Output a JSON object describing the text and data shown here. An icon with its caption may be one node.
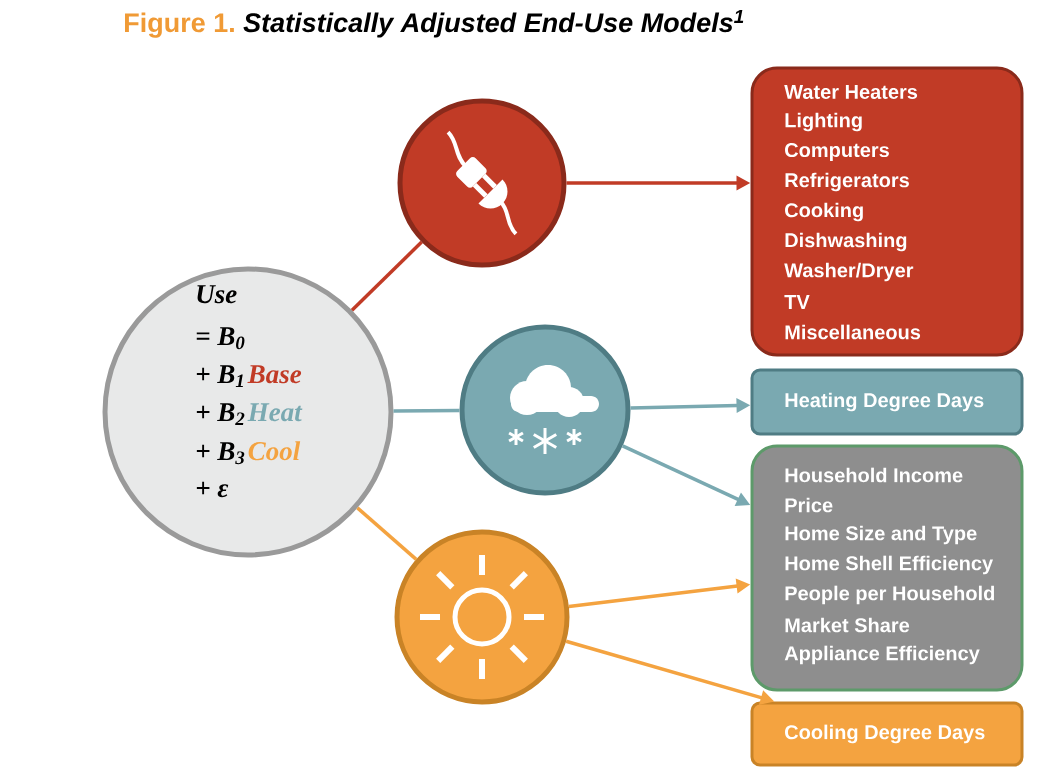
{
  "diagram": {
    "title": "Statistically Adjusted End-Use Models$^{1}$",
    "nodes": [
      {
        "text": [
          "Use",
          "= B$_{0}$",
          "+ B$_{1}$",
          "Base",
          "+ B$_{2}$",
          "Heat",
          "+ B$_{3}$",
          "Cool",
          "+ ε"
        ]
      },
      {
        "text": [],
        "shape": "circle"
      },
      {
        "text": [],
        "shape": "circle"
      },
      {
        "text": [],
        "shape": "circle"
      },
      {
        "text": [
          "Water Heaters",
          "Lighting",
          "Computers",
          "Refrigerators",
          "Cooking",
          "Dishwashing",
          "Washer/Dryer",
          "TV",
          "Miscellaneous"
        ]
      },
      {
        "text": [
          "Heating Degree Days"
        ]
      },
      {
        "text": [
          "Household Income",
          "Price",
          "Home Size and Type",
          "Home Shell Efficiency",
          "People per Household",
          "Market Share",
          "Appliance Efficiency"
        ]
      },
      {
        "text": [
          "Cooling Degree Days"
        ]
      }
    ],
    "edges": [
      {
        "from": 0,
        "to": 1,
        "arrow": "none",
        "color": "#c13b26"
      },
      {
        "from": 1,
        "to": 4,
        "arrow": "to",
        "color": "#c13b26"
      },
      {
        "from": 0,
        "to": 2,
        "arrow": "none",
        "color": "#7aa9b1"
      },
      {
        "from": 2,
        "to": 5,
        "arrow": "to",
        "color": "#7aa9b1"
      },
      {
        "from": 2,
        "to": 6,
        "arrow": "to",
        "color": "#7aa9b1"
      },
      {
        "from": 0,
        "to": 3,
        "arrow": "none",
        "color": "#f4a340"
      },
      {
        "from": 3,
        "to": 6,
        "arrow": "to",
        "color": "#f4a340"
      },
      {
        "from": 3,
        "to": 7,
        "arrow": "to",
        "color": "#f4a340"
      }
    ],
    "labels": [
      "Figure 1."
    ]
  }
}
